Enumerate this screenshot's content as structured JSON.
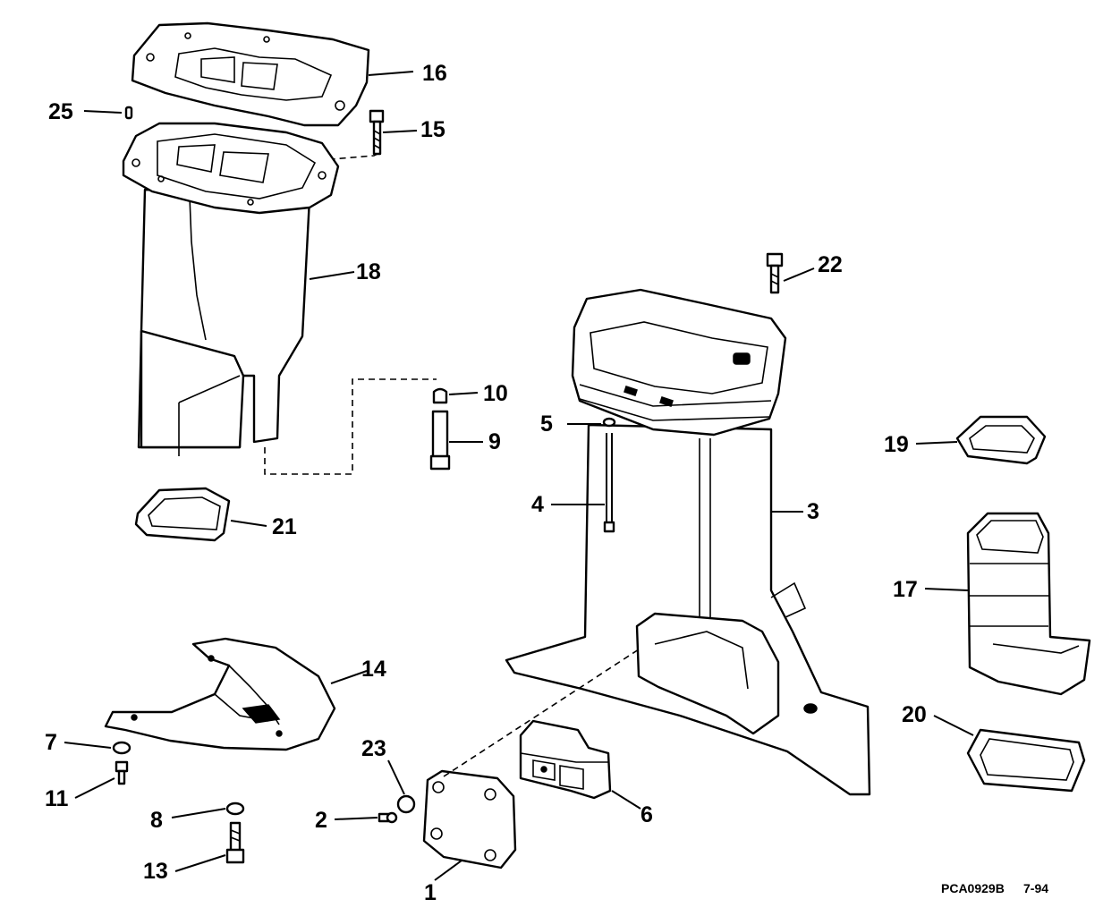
{
  "callouts": {
    "c1": "1",
    "c2": "2",
    "c3": "3",
    "c4": "4",
    "c5": "5",
    "c6": "6",
    "c7": "7",
    "c8": "8",
    "c9": "9",
    "c10": "10",
    "c11": "11",
    "c13": "13",
    "c14": "14",
    "c15": "15",
    "c16": "16",
    "c17": "17",
    "c18": "18",
    "c19": "19",
    "c20": "20",
    "c21": "21",
    "c22": "22",
    "c23": "23",
    "c25": "25"
  },
  "footer": {
    "part_code": "PCA0929B",
    "date": "7-94"
  }
}
